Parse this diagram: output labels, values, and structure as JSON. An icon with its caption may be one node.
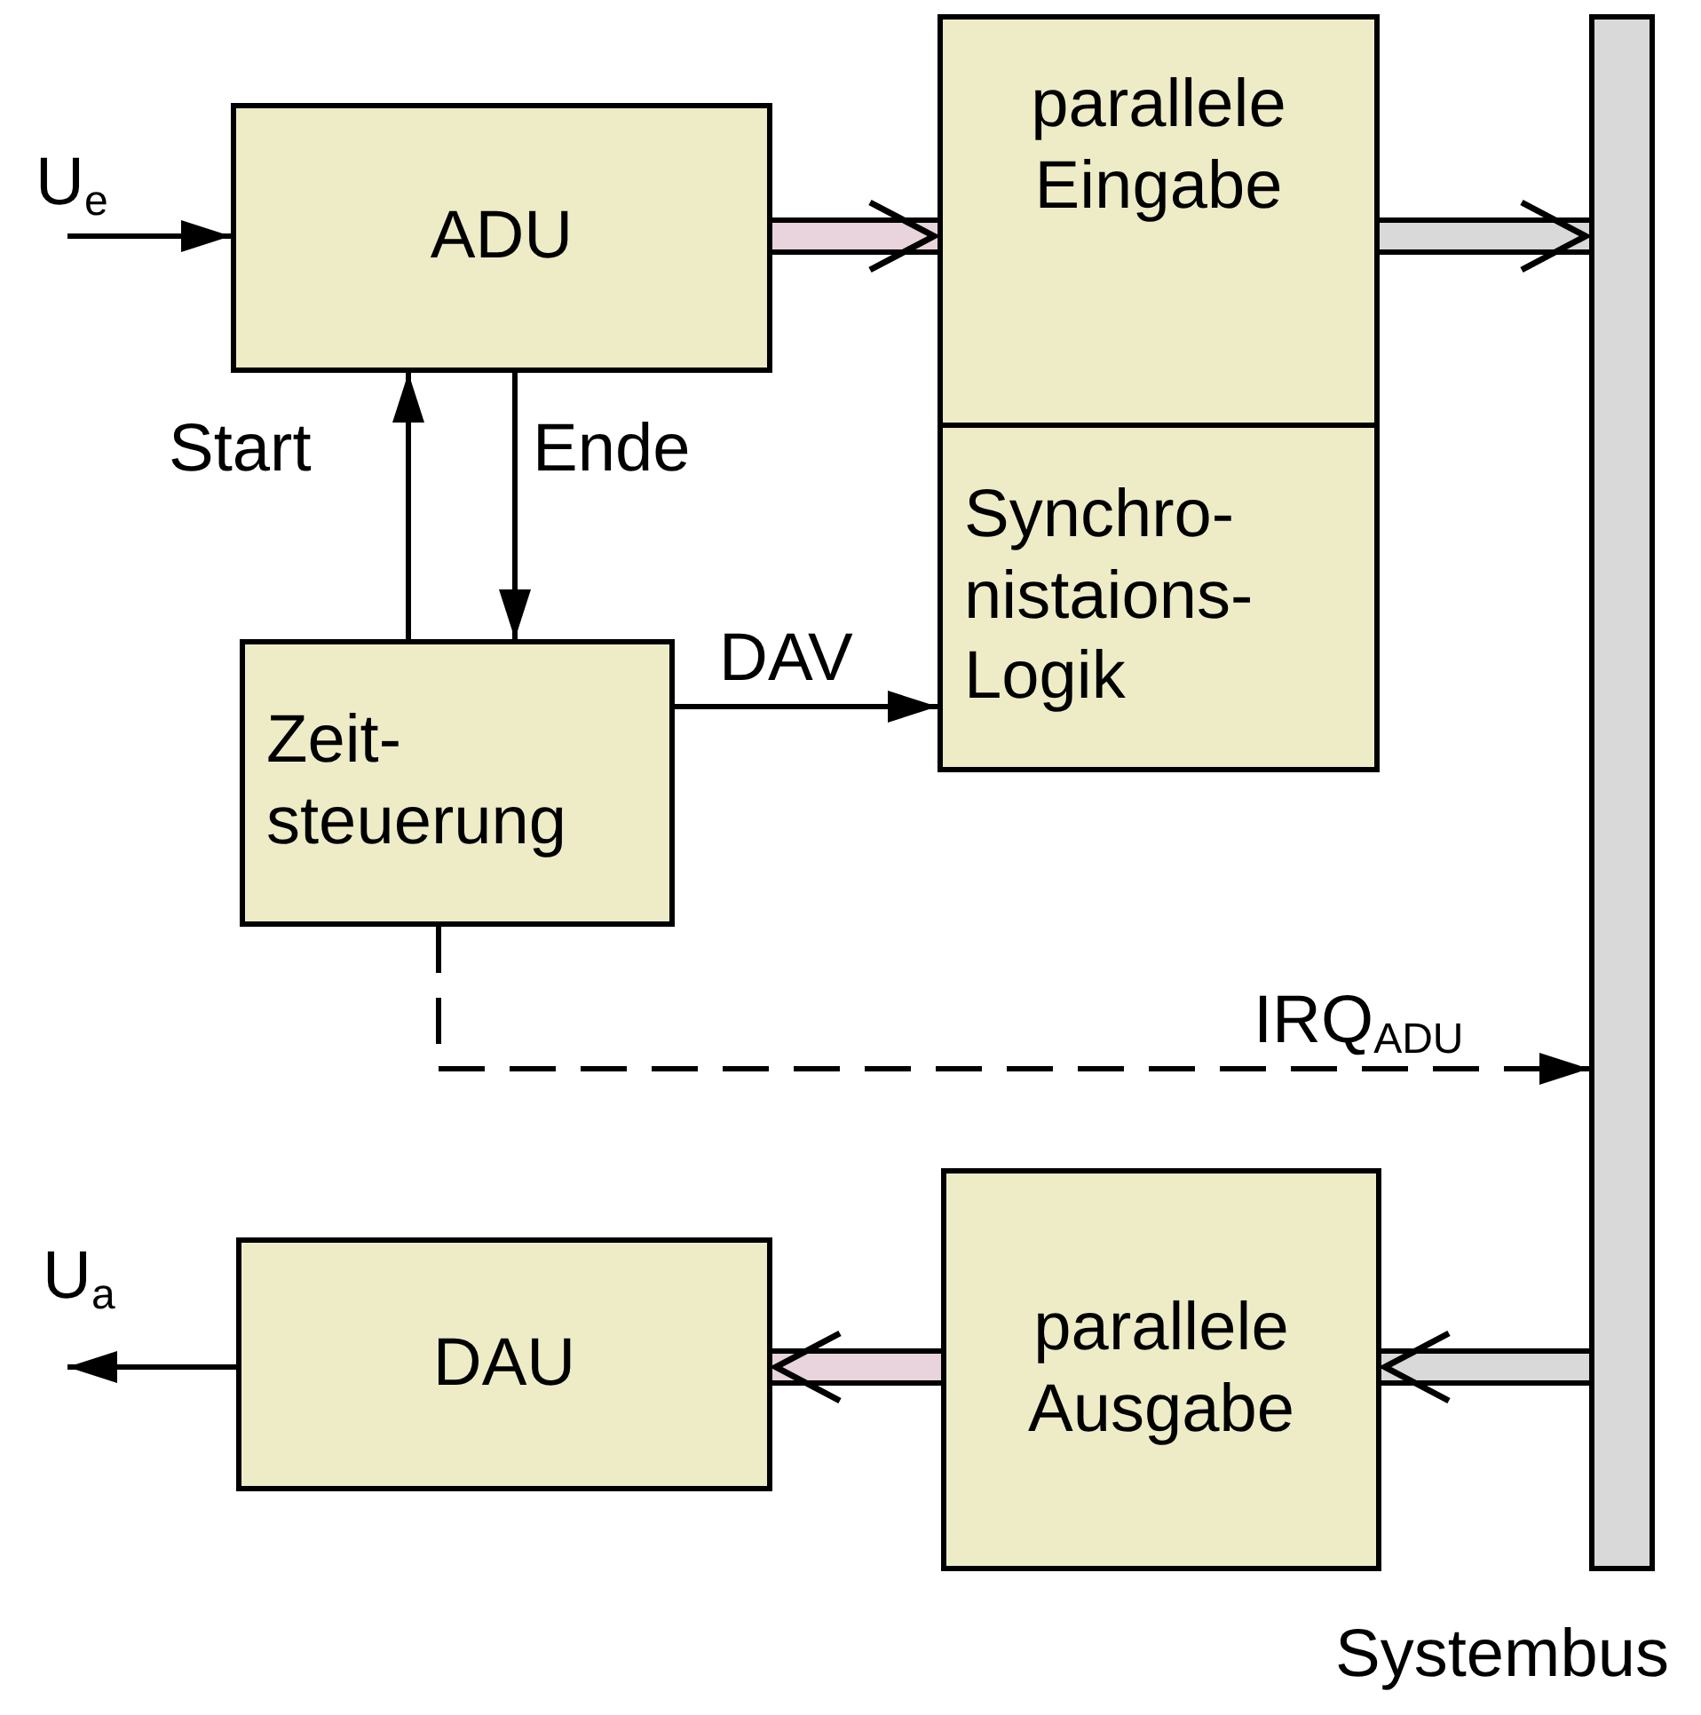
{
  "diagram": {
    "nodes": [
      {
        "text": [
          "ADU"
        ]
      },
      {
        "text": [
          "parallele Eingabe",
          "Synchro- nistaions- Logik"
        ]
      },
      {
        "text": [
          "Zeit- steuerung"
        ]
      },
      {
        "text": [],
        "shape": "bar",
        "beside": [
          "Systembus"
        ]
      },
      {
        "text": [
          "parallele Ausgabe"
        ]
      },
      {
        "text": [
          "DAU"
        ]
      }
    ],
    "edges": [
      {
        "from": null,
        "to": 0,
        "arrow": "to",
        "label": "U$_{e}$"
      },
      {
        "from": 0,
        "to": 1,
        "arrow": "to",
        "style": "thick",
        "color": "#e9d3dc"
      },
      {
        "from": 1,
        "to": 3,
        "arrow": "to",
        "style": "thick",
        "color": "#d9d9d9"
      },
      {
        "from": 2,
        "to": 0,
        "arrow": "to",
        "label": "Start"
      },
      {
        "from": 0,
        "to": 2,
        "arrow": "to",
        "label": "Ende"
      },
      {
        "from": 2,
        "to": 1,
        "arrow": "to",
        "label": "DAV"
      },
      {
        "from": 2,
        "to": 3,
        "arrow": "to",
        "style": "dashed",
        "label": "IRQ$_{ADU}$"
      },
      {
        "from": 3,
        "to": 4,
        "arrow": "to",
        "style": "thick",
        "color": "#d9d9d9"
      },
      {
        "from": 4,
        "to": 5,
        "arrow": "to",
        "style": "thick",
        "color": "#e9d3dc"
      },
      {
        "from": 5,
        "to": null,
        "arrow": "to",
        "label": "U$_{a}$"
      }
    ]
  }
}
